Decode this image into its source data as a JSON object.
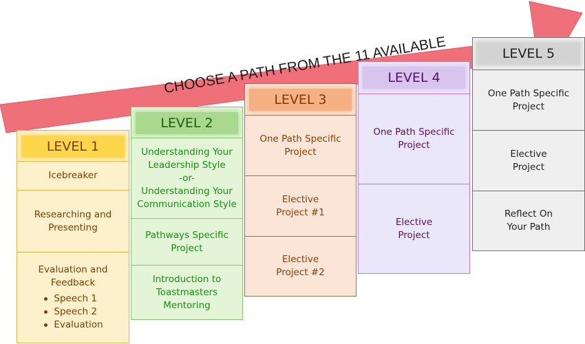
{
  "banner": {
    "text": "CHOOSE A PATH FROM THE 11 AVAILABLE",
    "fill_color": "#f0707a",
    "text_color": "#1a1a1a"
  },
  "levels": [
    {
      "title": "LEVEL 1",
      "items": [
        {
          "lines": [
            "Icebreaker"
          ]
        },
        {
          "lines": [
            "Researching and",
            "Presenting"
          ]
        },
        {
          "lines": [
            "Evaluation and",
            "Feedback"
          ],
          "bullets": [
            "Speech 1",
            "Speech 2",
            "Evaluation"
          ]
        }
      ]
    },
    {
      "title": "LEVEL 2",
      "items": [
        {
          "lines": [
            "Understanding Your",
            "Leadership Style",
            "-or-",
            "Understanding Your",
            "Communication Style"
          ]
        },
        {
          "lines": [
            "Pathways Specific",
            "Project"
          ]
        },
        {
          "lines": [
            "Introduction to",
            "Toastmasters",
            "Mentoring"
          ]
        }
      ]
    },
    {
      "title": "LEVEL 3",
      "items": [
        {
          "lines": [
            "One Path Specific",
            "Project"
          ]
        },
        {
          "lines": [
            "Elective",
            "Project #1"
          ]
        },
        {
          "lines": [
            "Elective",
            "Project #2"
          ]
        }
      ]
    },
    {
      "title": "LEVEL 4",
      "items": [
        {
          "lines": [
            "One Path Specific",
            "Project"
          ]
        },
        {
          "lines": [
            "Elective",
            "Project"
          ]
        }
      ]
    },
    {
      "title": "LEVEL 5",
      "items": [
        {
          "lines": [
            "One Path Specific",
            "Project"
          ]
        },
        {
          "lines": [
            "Elective",
            "Project"
          ]
        },
        {
          "lines": [
            "Reflect On",
            "Your Path"
          ]
        }
      ]
    }
  ]
}
